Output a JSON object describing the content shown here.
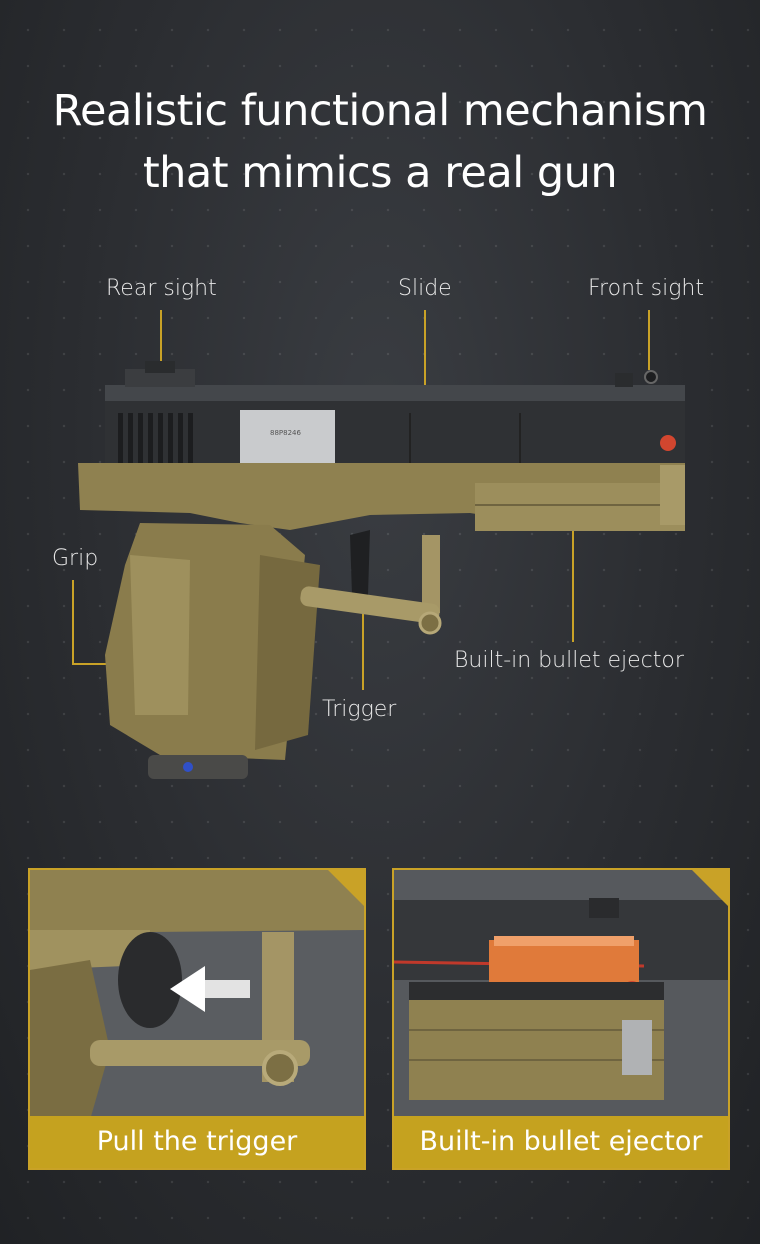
{
  "headline": {
    "line1": "Realistic functional mechanism",
    "line2": "that mimics a real gun"
  },
  "callouts": {
    "rear_sight": "Rear sight",
    "slide": "Slide",
    "front_sight": "Front sight",
    "grip": "Grip",
    "trigger": "Trigger",
    "bullet_ejector": "Built-in bullet ejector"
  },
  "model_code": "88P8246",
  "panels": {
    "left_label": "Pull the trigger",
    "right_label": "Built-in bullet ejector"
  },
  "colors": {
    "accent": "#c9a227",
    "tan": "#8f8150",
    "slide": "#2a2c2f",
    "bullet": "#e07a3a"
  }
}
